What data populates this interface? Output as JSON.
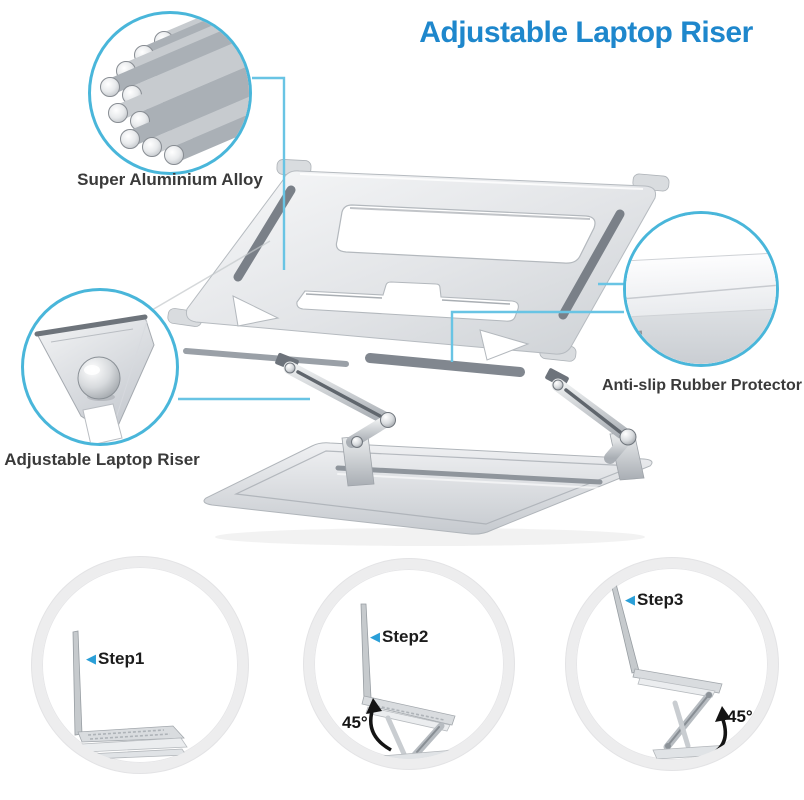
{
  "title": "Adjustable Laptop Riser",
  "features": {
    "aluminium": {
      "label": "Super Aluminium Alloy"
    },
    "riser": {
      "label": "Adjustable Laptop Riser"
    },
    "rubber": {
      "label": "Anti-slip Rubber Protector"
    }
  },
  "steps": [
    {
      "label": "Step1",
      "angle": ""
    },
    {
      "label": "Step2",
      "angle": "45°"
    },
    {
      "label": "Step3",
      "angle": "45°"
    }
  ],
  "colors": {
    "title_blue": "#1e87cc",
    "ring_cyan": "#49b6da",
    "ring_gray": "#ededee",
    "connector_blue": "#69c4e4",
    "step_pointer_blue": "#2a9fd8",
    "label_dark": "#3a3a3a"
  }
}
